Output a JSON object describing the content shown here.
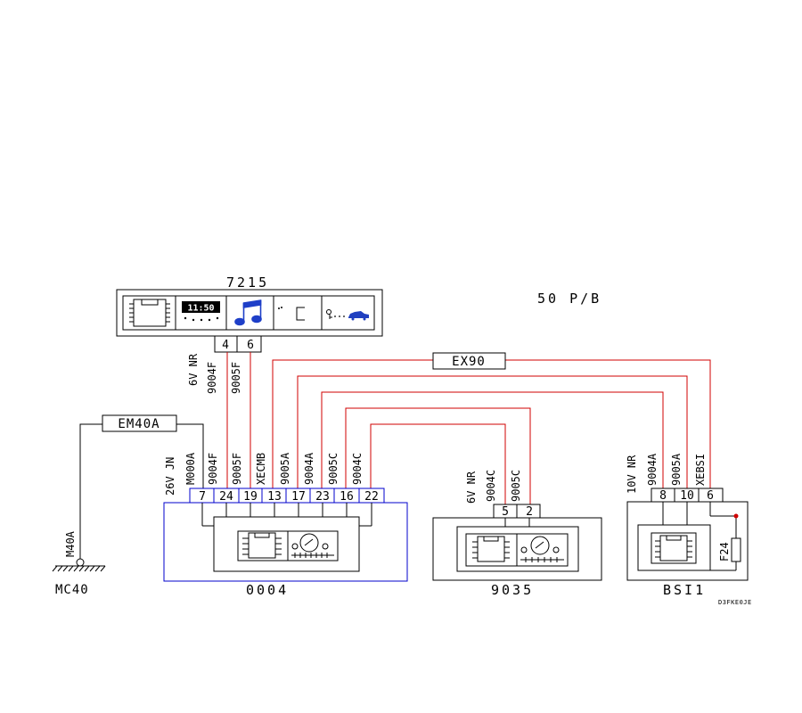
{
  "components": {
    "c7215": "7215",
    "c0004": "0004",
    "c9035": "9035",
    "bsi": "BSI1",
    "mc40": "MC40"
  },
  "title_note": "50 P/B",
  "connectors": {
    "ex90": "EX90",
    "em40a": "EM40A"
  },
  "display_7215": {
    "clock": "11:50",
    "trip_icon": "car-key-icon"
  },
  "pins_7215": [
    "4",
    "6"
  ],
  "pins_0004": [
    "7",
    "24",
    "19",
    "13",
    "17",
    "23",
    "16",
    "22"
  ],
  "pins_9035": [
    "5",
    "2"
  ],
  "pins_bsi": [
    "8",
    "10",
    "6"
  ],
  "wire_labels_7215": [
    "6V NR",
    "9004F",
    "9005F"
  ],
  "wire_labels_0004": [
    "26V JN",
    "M000A",
    "9004F",
    "9005F",
    "XECMB",
    "9005A",
    "9004A",
    "9005C",
    "9004C"
  ],
  "wire_labels_9035": [
    "6V NR",
    "9004C",
    "9005C"
  ],
  "wire_labels_bsi": [
    "10V NR",
    "9004A",
    "9005A",
    "XEBSI"
  ],
  "ground_wire": "M40A",
  "fuse": "F24",
  "ref_code": "D3FKE0JE",
  "colors": {
    "signal_wire": "#d00000",
    "connector_outline": "#0000cc",
    "music_icon": "#1e3fc8"
  }
}
